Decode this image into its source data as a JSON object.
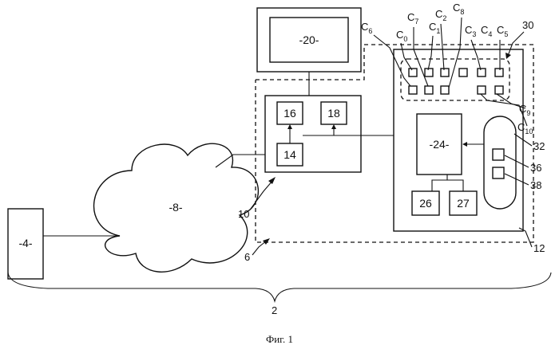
{
  "figure": {
    "caption": "Фиг. 1",
    "blocks": {
      "b4": "-4-",
      "b8": "-8-",
      "b20": "-20-",
      "b16": "16",
      "b18": "18",
      "b14": "14",
      "b24": "-24-",
      "b26": "26",
      "b27": "27"
    },
    "refs": {
      "r2": "2",
      "r6": "6",
      "r10": "10",
      "r12": "12",
      "r30": "30",
      "r32": "32",
      "r36": "36",
      "r38": "38"
    },
    "cells": [
      {
        "base": "C",
        "sub": "0"
      },
      {
        "base": "C",
        "sub": "1"
      },
      {
        "base": "C",
        "sub": "2"
      },
      {
        "base": "C",
        "sub": "3"
      },
      {
        "base": "C",
        "sub": "4"
      },
      {
        "base": "C",
        "sub": "5"
      },
      {
        "base": "C",
        "sub": "6"
      },
      {
        "base": "C",
        "sub": "7"
      },
      {
        "base": "C",
        "sub": "8"
      },
      {
        "base": "C",
        "sub": "9"
      },
      {
        "base": "C",
        "sub": "10"
      }
    ]
  }
}
